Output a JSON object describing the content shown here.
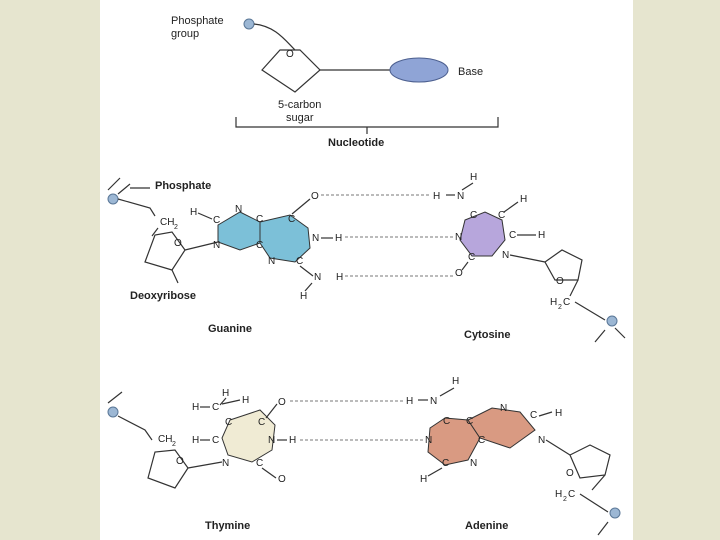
{
  "colors": {
    "background": "#e6e5cf",
    "panel": "#ffffff",
    "base_oval": "#8fa4d6",
    "guanine": "#7cc0d8",
    "cytosine": "#b7a6dc",
    "thymine": "#f0ebd4",
    "adenine": "#d99a82",
    "phosphate_ball": "#9cb7d4"
  },
  "nucleotide": {
    "phosphate_label_1": "Phosphate",
    "phosphate_label_2": "group",
    "base_label": "Base",
    "sugar_label_1": "5-carbon",
    "sugar_label_2": "sugar",
    "title": "Nucleotide"
  },
  "gc_pair": {
    "phosphate_label": "Phosphate",
    "deoxyribose_label": "Deoxyribose",
    "guanine_label": "Guanine",
    "cytosine_label": "Cytosine"
  },
  "at_pair": {
    "thymine_label": "Thymine",
    "adenine_label": "Adenine"
  },
  "atoms": {
    "C": "C",
    "N": "N",
    "O": "O",
    "H": "H",
    "CH2": "CH",
    "sub2": "2",
    "H2C": "H",
    "H2C_sub": "2",
    "H2C_C": "C"
  }
}
